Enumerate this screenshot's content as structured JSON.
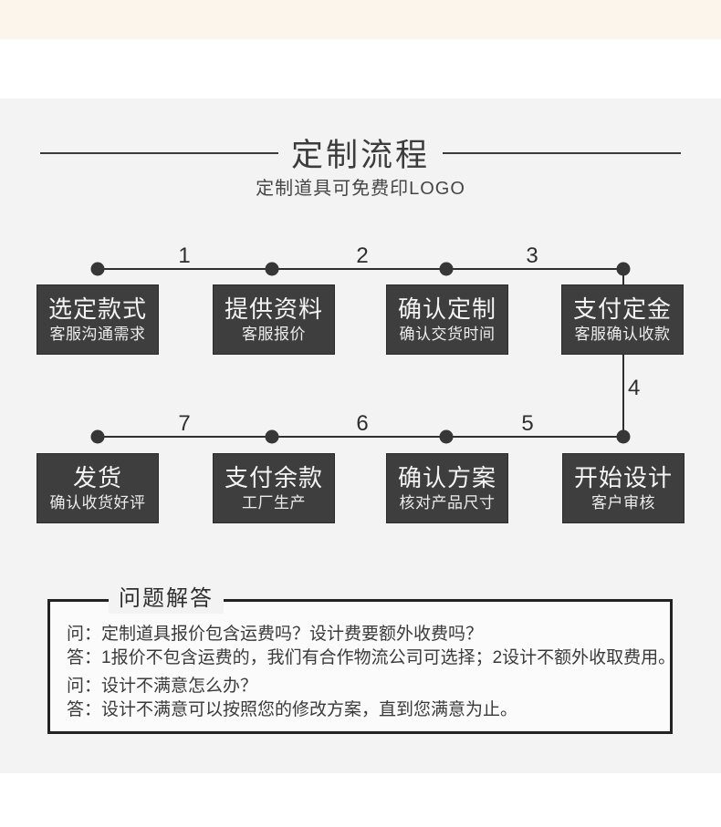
{
  "header": {
    "title": "定制流程",
    "subtitle": "定制道具可免费印LOGO"
  },
  "flow": {
    "row1": [
      {
        "title": "选定款式",
        "subtitle": "客服沟通需求"
      },
      {
        "title": "提供资料",
        "subtitle": "客服报价"
      },
      {
        "title": "确认定制",
        "subtitle": "确认交货时间"
      },
      {
        "title": "支付定金",
        "subtitle": "客服确认收款"
      }
    ],
    "row2": [
      {
        "title": "发货",
        "subtitle": "确认收货好评"
      },
      {
        "title": "支付余款",
        "subtitle": "工厂生产"
      },
      {
        "title": "确认方案",
        "subtitle": "核对产品尺寸"
      },
      {
        "title": "开始设计",
        "subtitle": "客户审核"
      }
    ],
    "connectors": [
      "1",
      "2",
      "3",
      "4",
      "5",
      "6",
      "7"
    ]
  },
  "qa": {
    "heading": "问题解答",
    "items": [
      {
        "q": "问：定制道具报价包含运费吗？设计费要额外收费吗？",
        "a": "答：1报价不包含运费的，我们有合作物流公司可选择；2设计不额外收取费用。"
      },
      {
        "q": "问：设计不满意怎么办？",
        "a": "答：设计不满意可以按照您的修改方案，直到您满意为止。"
      }
    ]
  },
  "colors": {
    "step_box": "#3e3e3e",
    "page_gray": "#f3f3f3",
    "top_cream": "#fcf5ec",
    "line_dark": "#2f2f2f"
  }
}
